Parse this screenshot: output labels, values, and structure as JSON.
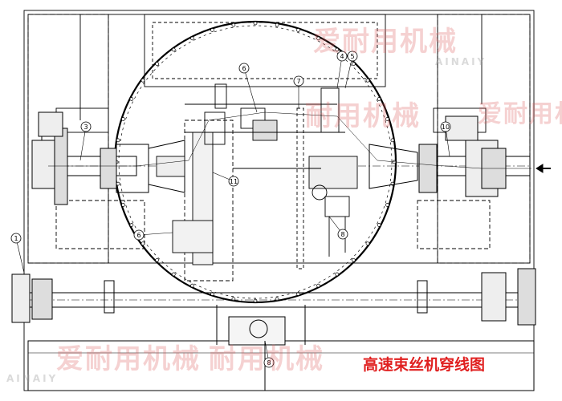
{
  "title": "高速束丝机穿线图",
  "watermark": {
    "brand_text": "爱耐用机械",
    "partial_text": "耐用机械",
    "logo_text": "AINAIY",
    "color": "#dc5a5a"
  },
  "title_color": "#e02020",
  "callouts": [
    "1",
    "3",
    "4",
    "5",
    "6",
    "7",
    "6",
    "11",
    "8",
    "10",
    "8"
  ]
}
